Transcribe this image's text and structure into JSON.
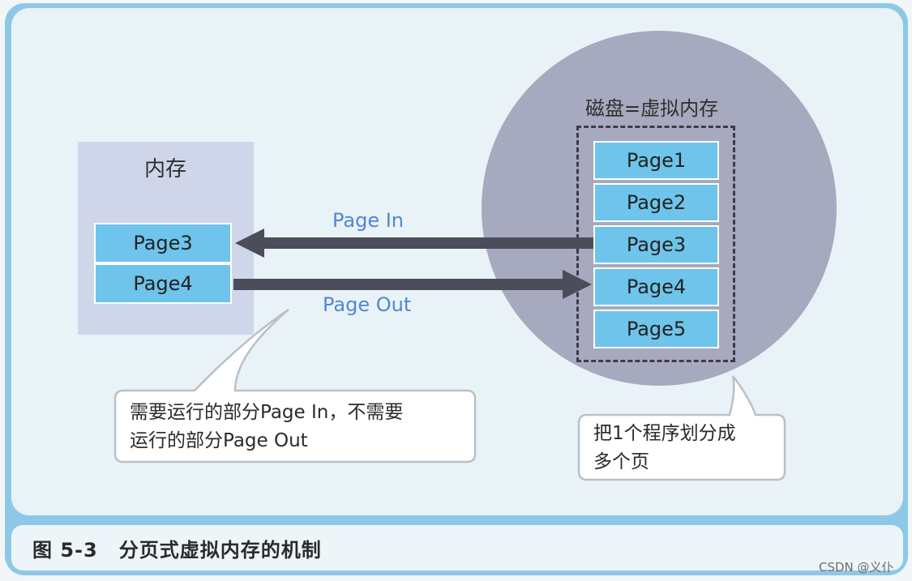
{
  "caption": {
    "figure_no": "图 5-3",
    "title": "分页式虚拟内存的机制"
  },
  "memory": {
    "title": "内存",
    "pages": [
      "Page3",
      "Page4"
    ]
  },
  "disk": {
    "title": "磁盘=虚拟内存",
    "pages": [
      "Page1",
      "Page2",
      "Page3",
      "Page4",
      "Page5"
    ]
  },
  "arrows": {
    "page_in": "Page In",
    "page_out": "Page Out"
  },
  "callouts": {
    "left_line1": "需要运行的部分Page In，不需要",
    "left_line2": "运行的部分Page Out",
    "right_line1": "把1个程序划分成",
    "right_line2": "多个页"
  },
  "watermark": "CSDN @义仆",
  "colors": {
    "frame": "#8ec8e8",
    "page_fill": "#6ec4ea",
    "memory_box": "#cfd6ea",
    "disk_circle": "#a7a9be",
    "arrow": "#4b4d5b",
    "arrow_label": "#4f86d6"
  }
}
